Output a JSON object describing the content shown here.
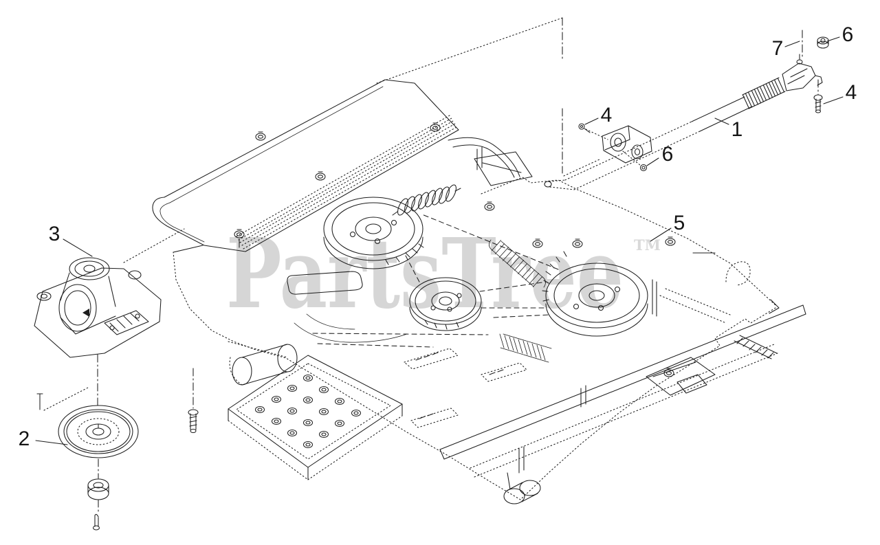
{
  "diagram": {
    "type": "exploded-parts-diagram",
    "subject": "mower deck belt drive and clutch assembly",
    "background_color": "#ffffff",
    "line_color": "#1c1c1c",
    "watermark": {
      "text": "PartsTree",
      "suffix": "TM",
      "color": "#d6d6d6"
    },
    "callouts": [
      {
        "label": "1"
      },
      {
        "label": "2"
      },
      {
        "label": "3"
      },
      {
        "label": "4"
      },
      {
        "label": "4"
      },
      {
        "label": "5"
      },
      {
        "label": "6"
      },
      {
        "label": "6"
      },
      {
        "label": "7"
      }
    ]
  }
}
